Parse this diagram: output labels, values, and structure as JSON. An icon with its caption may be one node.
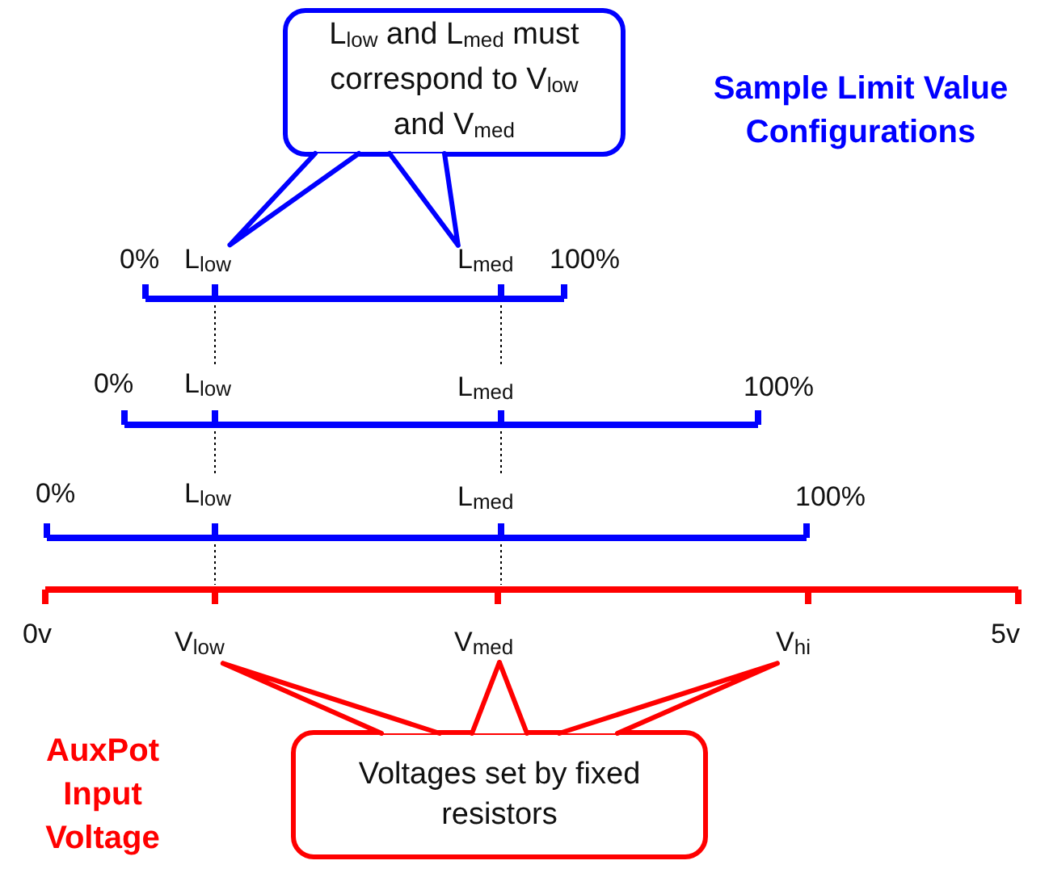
{
  "diagram": {
    "nodes": [
      {
        "text": [
          "L$_{low}$ and L$_{med}$ must correspond to V$_{low}$ and V$_{med}$"
        ]
      },
      {
        "text": [
          "L$_{low}$"
        ]
      },
      {
        "text": [
          "L$_{med}$"
        ]
      },
      {
        "text": [
          "Voltages set by fixed resistors"
        ]
      },
      {
        "text": [
          "V$_{low}$"
        ]
      },
      {
        "text": [
          "V$_{med}$"
        ]
      },
      {
        "text": [
          "V$_{hi}$"
        ]
      }
    ],
    "edges": [
      {
        "from": 0,
        "to": 1,
        "arrow": "none",
        "color": "#0000ff"
      },
      {
        "from": 0,
        "to": 2,
        "arrow": "none",
        "color": "#0000ff"
      },
      {
        "from": 3,
        "to": 4,
        "arrow": "none"
      },
      {
        "from": 3,
        "to": 5,
        "arrow": "none"
      },
      {
        "from": 3,
        "to": 6,
        "arrow": "none"
      }
    ],
    "labels": [
      "Sample Limit Value Configurations",
      "0%",
      "100%",
      "0%",
      "L$_{low}$",
      "L$_{med}$",
      "100%",
      "0%",
      "L$_{low}$",
      "L$_{med}$",
      "100%",
      "0v",
      "5v",
      "AuxPot Input Voltage"
    ]
  }
}
